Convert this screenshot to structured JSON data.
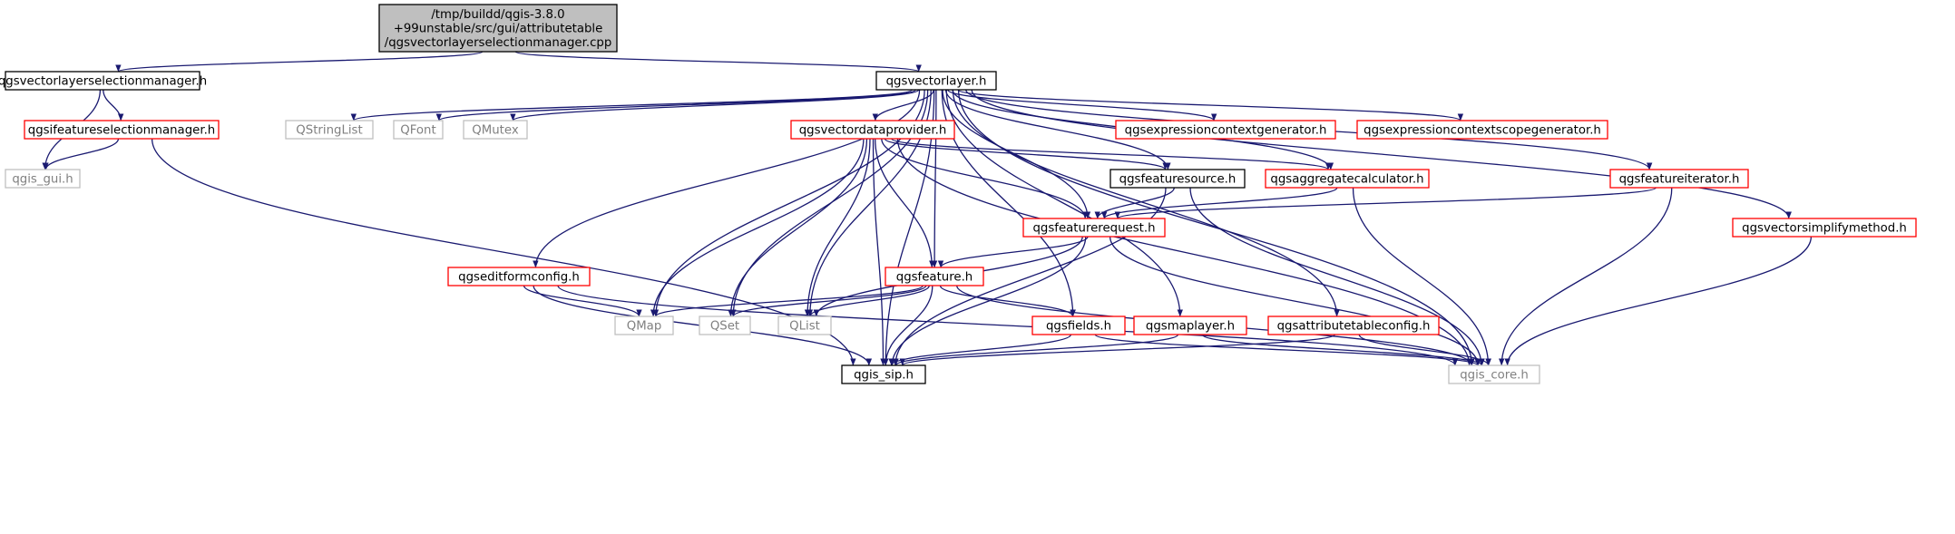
{
  "colors": {
    "edge": "#191970",
    "root_fill": "#bfbfbf",
    "root_border": "#000000",
    "black_border": "#000000",
    "red_border": "#ff0000",
    "grey_border": "#bfbfbf",
    "text": "#000000",
    "grey_text": "#808080"
  },
  "nodes": [
    {
      "id": "root",
      "label": "/tmp/buildd/qgis-3.8.0\n+99unstable/src/gui/attributetable\n/qgsvectorlayerselectionmanager.cpp",
      "style": "root"
    },
    {
      "id": "selmgr_h",
      "label": "qgsvectorlayerselectionmanager.h",
      "style": "black"
    },
    {
      "id": "vectorlayer_h",
      "label": "qgsvectorlayer.h",
      "style": "black"
    },
    {
      "id": "ifeatsel_h",
      "label": "qgsifeatureselectionmanager.h",
      "style": "red"
    },
    {
      "id": "qgis_gui_h",
      "label": "qgis_gui.h",
      "style": "grey"
    },
    {
      "id": "qstringlist",
      "label": "QStringList",
      "style": "grey"
    },
    {
      "id": "qfont",
      "label": "QFont",
      "style": "grey"
    },
    {
      "id": "qmutex",
      "label": "QMutex",
      "style": "grey"
    },
    {
      "id": "vdp_h",
      "label": "qgsvectordataprovider.h",
      "style": "red"
    },
    {
      "id": "exprctxgen_h",
      "label": "qgsexpressioncontextgenerator.h",
      "style": "red"
    },
    {
      "id": "exprscope_h",
      "label": "qgsexpressioncontextscopegenerator.h",
      "style": "red"
    },
    {
      "id": "featsrc_h",
      "label": "qgsfeaturesource.h",
      "style": "black"
    },
    {
      "id": "aggcalc_h",
      "label": "qgsaggregatecalculator.h",
      "style": "red"
    },
    {
      "id": "featiter_h",
      "label": "qgsfeatureiterator.h",
      "style": "red"
    },
    {
      "id": "featreq_h",
      "label": "qgsfeaturerequest.h",
      "style": "red"
    },
    {
      "id": "simplify_h",
      "label": "qgsvectorsimplifymethod.h",
      "style": "red"
    },
    {
      "id": "editform_h",
      "label": "qgseditformconfig.h",
      "style": "red"
    },
    {
      "id": "feature_h",
      "label": "qgsfeature.h",
      "style": "red"
    },
    {
      "id": "qmap",
      "label": "QMap",
      "style": "grey"
    },
    {
      "id": "qset",
      "label": "QSet",
      "style": "grey"
    },
    {
      "id": "qlist",
      "label": "QList",
      "style": "grey"
    },
    {
      "id": "fields_h",
      "label": "qgsfields.h",
      "style": "red"
    },
    {
      "id": "maplayer_h",
      "label": "qgsmaplayer.h",
      "style": "red"
    },
    {
      "id": "attrtable_h",
      "label": "qgsattributetableconfig.h",
      "style": "red"
    },
    {
      "id": "qgis_sip_h",
      "label": "qgis_sip.h",
      "style": "black"
    },
    {
      "id": "qgis_core_h",
      "label": "qgis_core.h",
      "style": "grey"
    }
  ],
  "edges": [
    [
      "root",
      "selmgr_h"
    ],
    [
      "root",
      "vectorlayer_h"
    ],
    [
      "selmgr_h",
      "ifeatsel_h"
    ],
    [
      "selmgr_h",
      "qgis_gui_h"
    ],
    [
      "ifeatsel_h",
      "qgis_gui_h"
    ],
    [
      "ifeatsel_h",
      "qgis_sip_h"
    ],
    [
      "vectorlayer_h",
      "qstringlist"
    ],
    [
      "vectorlayer_h",
      "qfont"
    ],
    [
      "vectorlayer_h",
      "qmutex"
    ],
    [
      "vectorlayer_h",
      "vdp_h"
    ],
    [
      "vectorlayer_h",
      "exprctxgen_h"
    ],
    [
      "vectorlayer_h",
      "exprscope_h"
    ],
    [
      "vectorlayer_h",
      "featsrc_h"
    ],
    [
      "vectorlayer_h",
      "aggcalc_h"
    ],
    [
      "vectorlayer_h",
      "featiter_h"
    ],
    [
      "vectorlayer_h",
      "featreq_h"
    ],
    [
      "vectorlayer_h",
      "simplify_h"
    ],
    [
      "vectorlayer_h",
      "editform_h"
    ],
    [
      "vectorlayer_h",
      "feature_h"
    ],
    [
      "vectorlayer_h",
      "qmap"
    ],
    [
      "vectorlayer_h",
      "qset"
    ],
    [
      "vectorlayer_h",
      "qlist"
    ],
    [
      "vectorlayer_h",
      "fields_h"
    ],
    [
      "vectorlayer_h",
      "maplayer_h"
    ],
    [
      "vectorlayer_h",
      "attrtable_h"
    ],
    [
      "vectorlayer_h",
      "qgis_sip_h"
    ],
    [
      "vectorlayer_h",
      "qgis_core_h"
    ],
    [
      "vdp_h",
      "featsrc_h"
    ],
    [
      "vdp_h",
      "aggcalc_h"
    ],
    [
      "vdp_h",
      "featreq_h"
    ],
    [
      "vdp_h",
      "feature_h"
    ],
    [
      "vdp_h",
      "qmap"
    ],
    [
      "vdp_h",
      "qset"
    ],
    [
      "vdp_h",
      "qlist"
    ],
    [
      "vdp_h",
      "qgis_sip_h"
    ],
    [
      "vdp_h",
      "qgis_core_h"
    ],
    [
      "featsrc_h",
      "featreq_h"
    ],
    [
      "featsrc_h",
      "qgis_sip_h"
    ],
    [
      "featsrc_h",
      "qgis_core_h"
    ],
    [
      "aggcalc_h",
      "featreq_h"
    ],
    [
      "aggcalc_h",
      "qgis_core_h"
    ],
    [
      "featiter_h",
      "featreq_h"
    ],
    [
      "featiter_h",
      "qgis_core_h"
    ],
    [
      "simplify_h",
      "qgis_core_h"
    ],
    [
      "featreq_h",
      "feature_h"
    ],
    [
      "featreq_h",
      "qlist"
    ],
    [
      "featreq_h",
      "qgis_sip_h"
    ],
    [
      "featreq_h",
      "qgis_core_h"
    ],
    [
      "editform_h",
      "qmap"
    ],
    [
      "editform_h",
      "qgis_sip_h"
    ],
    [
      "editform_h",
      "qgis_core_h"
    ],
    [
      "feature_h",
      "qmap"
    ],
    [
      "feature_h",
      "qset"
    ],
    [
      "feature_h",
      "qlist"
    ],
    [
      "feature_h",
      "fields_h"
    ],
    [
      "feature_h",
      "qgis_sip_h"
    ],
    [
      "feature_h",
      "qgis_core_h"
    ],
    [
      "fields_h",
      "qgis_sip_h"
    ],
    [
      "fields_h",
      "qgis_core_h"
    ],
    [
      "maplayer_h",
      "qgis_sip_h"
    ],
    [
      "maplayer_h",
      "qgis_core_h"
    ],
    [
      "attrtable_h",
      "qgis_sip_h"
    ],
    [
      "attrtable_h",
      "qgis_core_h"
    ]
  ]
}
